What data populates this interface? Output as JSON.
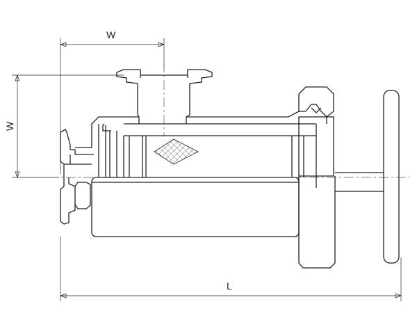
{
  "drawing": {
    "type": "technical-line-drawing",
    "subject": "sanitary-strainer-valve",
    "line_color": "#222222",
    "background": "#ffffff",
    "mesh_color": "#222222"
  },
  "dimensions": {
    "top_width_label": "W",
    "left_height_label": "W",
    "bottom_length_label": "L"
  }
}
